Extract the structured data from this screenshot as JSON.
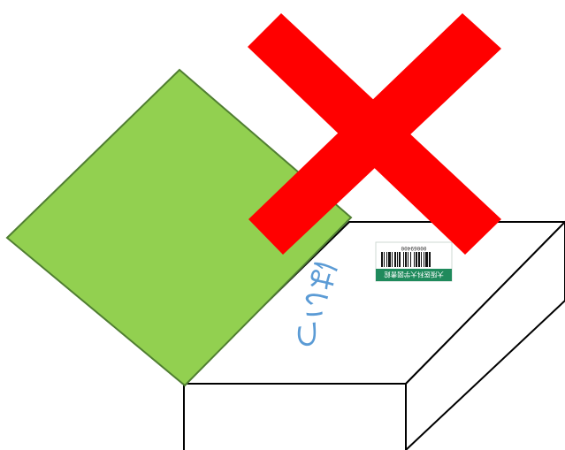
{
  "colors": {
    "square_fill": "#92d050",
    "square_stroke": "#507e32",
    "cross": "#ff0000",
    "box_stroke": "#000000",
    "handwriting": "#5b9bd5",
    "label_bg": "#1f8a5c"
  },
  "box": {
    "handwritten_text": "はいつ",
    "barcode_label": {
      "number": "00069400",
      "library_name": "大阪医科大学図書館"
    }
  }
}
